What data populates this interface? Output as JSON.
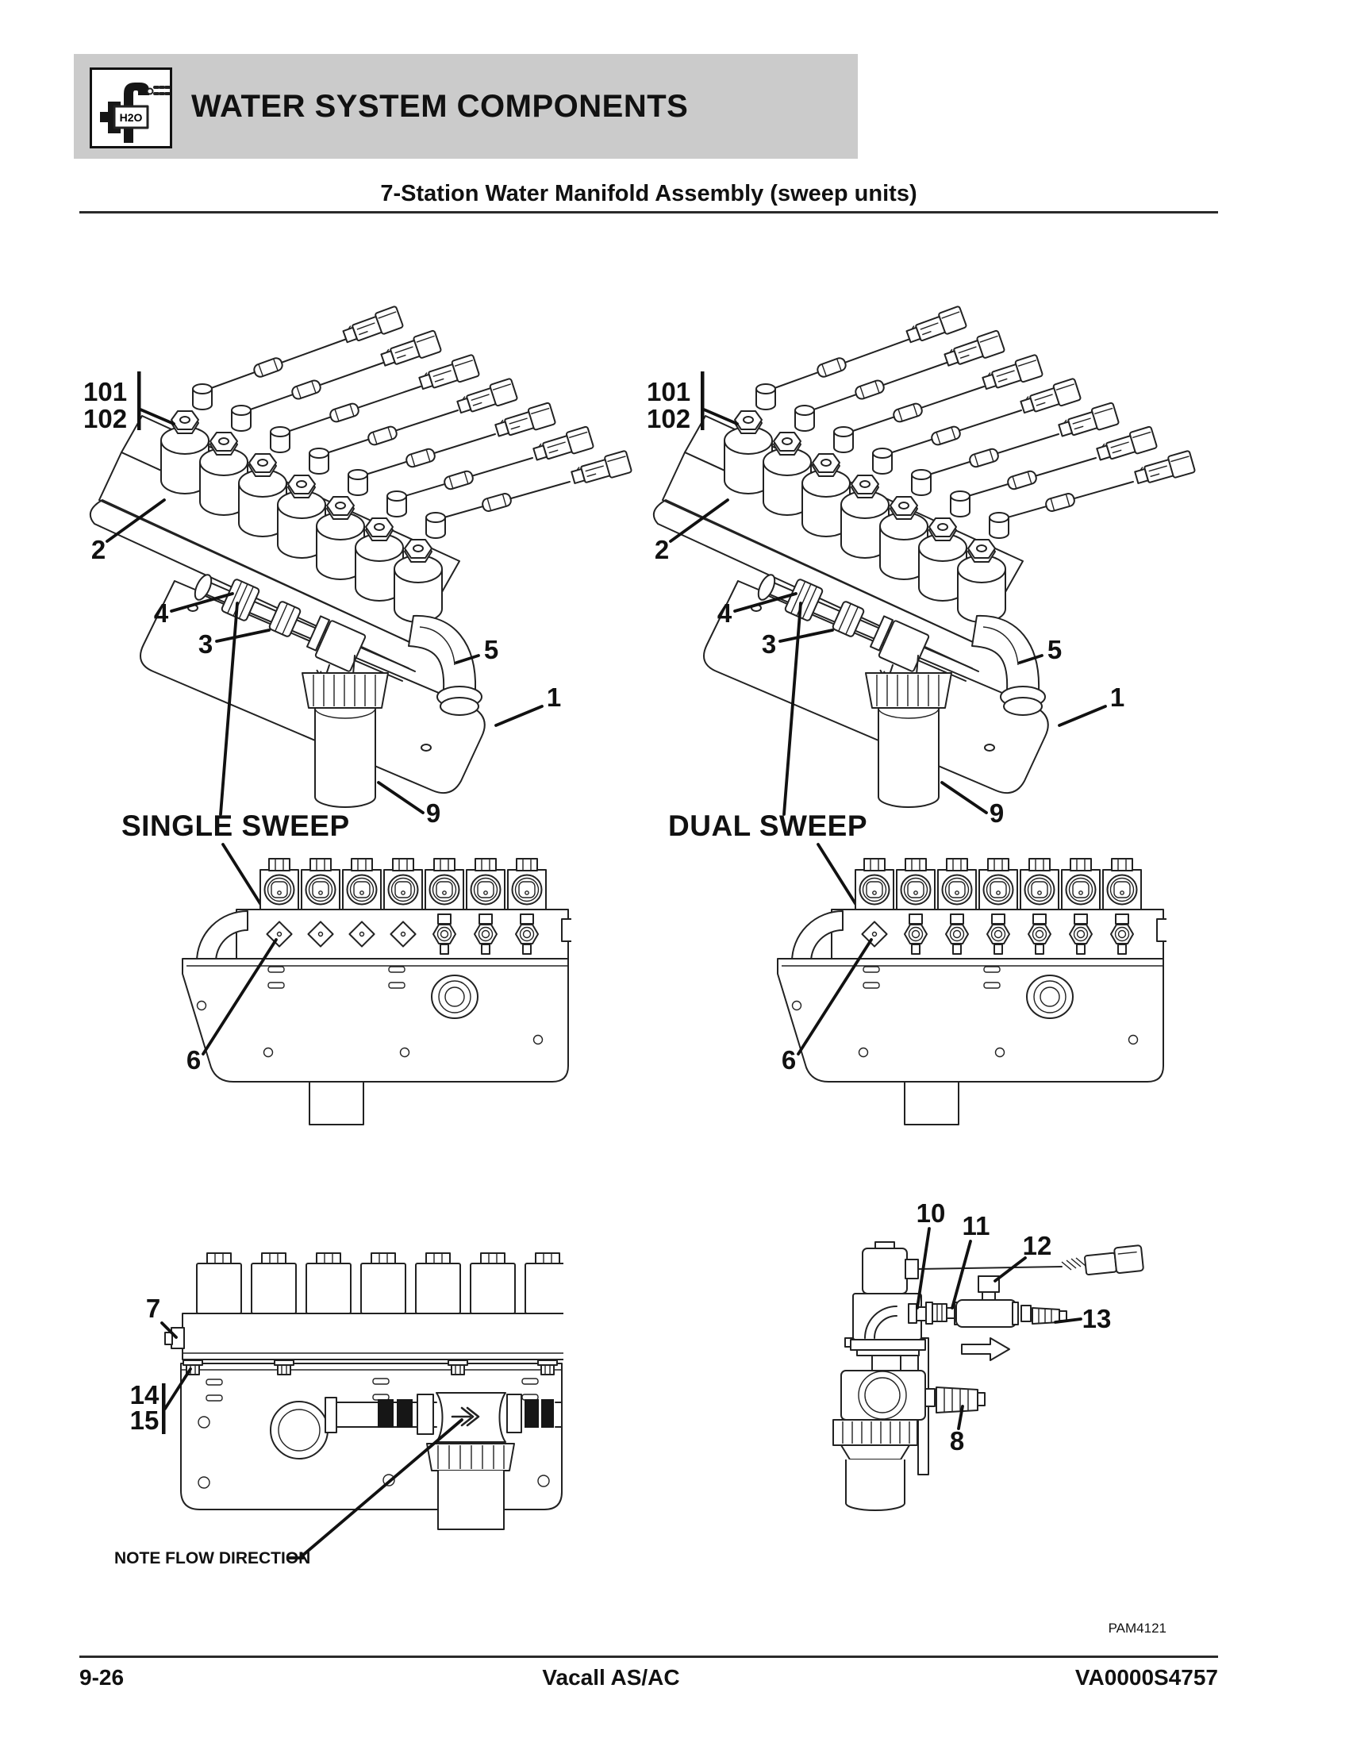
{
  "header": {
    "title": "WATER SYSTEM COMPONENTS",
    "icon_label": "H2O"
  },
  "subtitle": "7-Station Water Manifold Assembly (sweep units)",
  "single": {
    "caption": "SINGLE SWEEP",
    "labels": {
      "l101": "101",
      "l102": "102",
      "l2": "2",
      "l4": "4",
      "l3": "3",
      "l5": "5",
      "l1": "1",
      "l9": "9",
      "l6": "6"
    }
  },
  "dual": {
    "caption": "DUAL SWEEP",
    "labels": {
      "l101": "101",
      "l102": "102",
      "l2": "2",
      "l4": "4",
      "l3": "3",
      "l5": "5",
      "l1": "1",
      "l9": "9",
      "l6": "6"
    }
  },
  "lower_left": {
    "labels": {
      "l7": "7",
      "l14": "14",
      "l15": "15"
    },
    "note": "NOTE FLOW DIRECTION"
  },
  "lower_right": {
    "labels": {
      "l10": "10",
      "l11": "11",
      "l12": "12",
      "l13": "13",
      "l8": "8"
    }
  },
  "drawing_ref": "PAM4121",
  "footer": {
    "page_number": "9-26",
    "model": "Vacall AS/AC",
    "doc_number": "VA0000S4757"
  }
}
